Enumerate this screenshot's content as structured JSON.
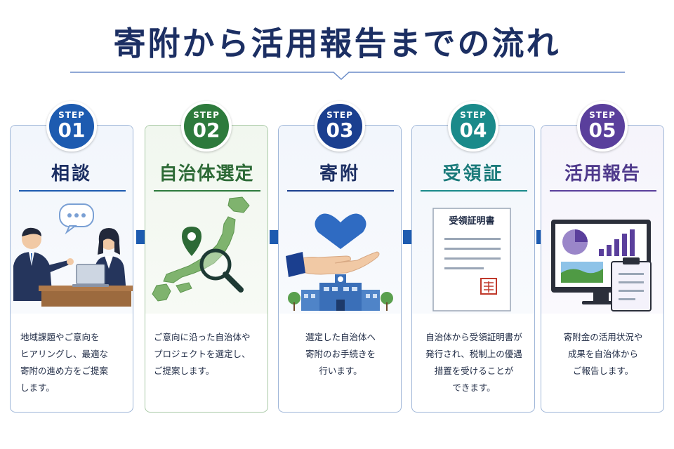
{
  "title": "寄附から活用報告までの流れ",
  "colors": {
    "title": "#1c2f63",
    "blue": "#1d5bb0",
    "navy": "#1b3f8f",
    "green": "#2d7a3c",
    "teal": "#1a8a8a",
    "purple": "#5a3f9c",
    "arrow": "#1d5bb0"
  },
  "steps": [
    {
      "step_label": "STEP",
      "number": "01",
      "heading": "相談",
      "description": "地域課題やご意向を\nヒアリングし、最適な\n寄附の進め方をご提案\nします。",
      "illustration": "consultation-meeting"
    },
    {
      "step_label": "STEP",
      "number": "02",
      "heading": "自治体選定",
      "description": "ご意向に沿った自治体や\nプロジェクトを選定し、\nご提案します。",
      "illustration": "japan-map-search"
    },
    {
      "step_label": "STEP",
      "number": "03",
      "heading": "寄附",
      "description": "選定した自治体へ\n寄附のお手続きを\n行います。",
      "illustration": "heart-hand-city-hall"
    },
    {
      "step_label": "STEP",
      "number": "04",
      "heading": "受領証",
      "description": "自治体から受領証明書が\n発行され、税制上の優遇\n措置を受けることが\nできます。",
      "illustration": "receipt-certificate",
      "certificate_title": "受領証明書"
    },
    {
      "step_label": "STEP",
      "number": "05",
      "heading": "活用報告",
      "description": "寄附金の活用状況や\n成果を自治体から\nご報告します。",
      "illustration": "monitor-report"
    }
  ]
}
